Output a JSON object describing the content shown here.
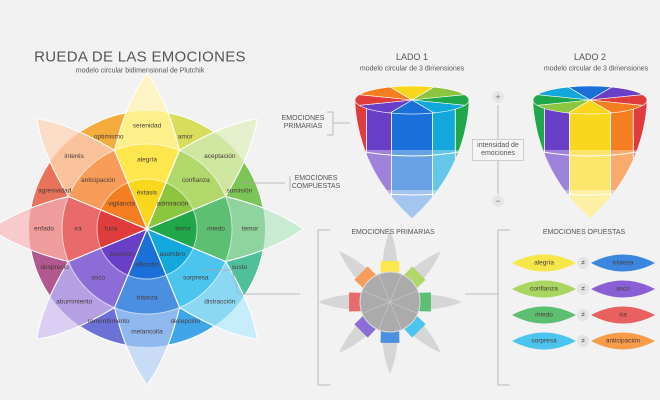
{
  "header": {
    "title": "RUEDA DE LAS EMOCIONES",
    "subtitle": "modelo circular bidimensional de Plutchik"
  },
  "wheel": {
    "primaries": [
      {
        "inner": "éxtasis",
        "mid": "alegría",
        "outer": "serenidad",
        "colors": [
          "#f9d71c",
          "#fde74c",
          "#fdf08a",
          "#fdf4c6"
        ]
      },
      {
        "inner": "admiración",
        "mid": "confianza",
        "outer": "aceptación",
        "colors": [
          "#8cc63f",
          "#b0d86a",
          "#cfe6a0",
          "#e4f1cc"
        ]
      },
      {
        "inner": "terror",
        "mid": "miedo",
        "outer": "temor",
        "colors": [
          "#1fa74a",
          "#5cbf72",
          "#8fd39e",
          "#c8ebd2"
        ]
      },
      {
        "inner": "asombro",
        "mid": "sorpresa",
        "outer": "distracción",
        "colors": [
          "#12a8dc",
          "#4cc5ee",
          "#8ad8f3",
          "#c6edf9"
        ]
      },
      {
        "inner": "aflicción",
        "mid": "tristeza",
        "outer": "melancolía",
        "colors": [
          "#1a6fd8",
          "#4a8fe0",
          "#8fb8ee",
          "#c8dcf6"
        ]
      },
      {
        "inner": "aversión",
        "mid": "asco",
        "outer": "aburrimiento",
        "colors": [
          "#6a3fc8",
          "#8c6cd6",
          "#b5a0e4",
          "#dacff2"
        ]
      },
      {
        "inner": "furia",
        "mid": "ira",
        "outer": "enfado",
        "colors": [
          "#e03c3c",
          "#e86a6a",
          "#f09c9c",
          "#f7cbcb"
        ]
      },
      {
        "inner": "vigilancia",
        "mid": "anticipación",
        "outer": "interés",
        "colors": [
          "#f57f20",
          "#f89c5a",
          "#f9c29a",
          "#fbdcc6"
        ]
      }
    ],
    "dyads": [
      {
        "label": "amor",
        "color": "#d8dd5c"
      },
      {
        "label": "sumisión",
        "color": "#7cc557"
      },
      {
        "label": "susto",
        "color": "#4fbf9c"
      },
      {
        "label": "decepción",
        "color": "#3ea6e8"
      },
      {
        "label": "remordimiento",
        "color": "#6a72d8"
      },
      {
        "label": "desprecio",
        "color": "#b2578f"
      },
      {
        "label": "agresividad",
        "color": "#e8735a"
      },
      {
        "label": "optimismo",
        "color": "#f4ad3c"
      }
    ]
  },
  "labels": {
    "primarias": "EMOCIONES PRIMARIAS",
    "compuestas": "EMOCIONES COMPUESTAS"
  },
  "side1": {
    "title": "LADO 1",
    "subtitle": "modelo circular de 3 dimensiones",
    "stripes": [
      "#e03c3c",
      "#6a3fc8",
      "#1a6fd8",
      "#12a8dc",
      "#1fa74a"
    ],
    "top": [
      "#f9d71c",
      "#8cc63f",
      "#1fa74a",
      "#12a8dc",
      "#1a6fd8",
      "#6a3fc8",
      "#e03c3c",
      "#f57f20"
    ]
  },
  "side2": {
    "title": "LADO 2",
    "subtitle": "modelo circular de 3 dimensiones",
    "stripes": [
      "#1fa74a",
      "#6a3fc8",
      "#f9d71c",
      "#f57f20",
      "#e03c3c"
    ],
    "top": [
      "#1a6fd8",
      "#6a3fc8",
      "#e03c3c",
      "#f57f20",
      "#f9d71c",
      "#8cc63f",
      "#1fa74a",
      "#12a8dc"
    ]
  },
  "intensity": {
    "plus": "+",
    "minus": "−",
    "label": "intensidad de emociones"
  },
  "primary_section": {
    "title": "EMOCIONES PRIMARIAS",
    "colors": [
      "#fde74c",
      "#b0d86a",
      "#5cbf72",
      "#4cc5ee",
      "#4a8fe0",
      "#8c6cd6",
      "#e86a6a",
      "#f89c5a"
    ]
  },
  "opposites": {
    "title": "EMOCIONES OPUESTAS",
    "symbol": "≠",
    "pairs": [
      {
        "left": "alegría",
        "left_color": "#f7e64a",
        "right": "tristeza",
        "right_color": "#3b86de"
      },
      {
        "left": "confianza",
        "left_color": "#a9d65f",
        "right": "asco",
        "right_color": "#8a5fd4"
      },
      {
        "left": "miedo",
        "left_color": "#5cbf72",
        "right": "ira",
        "right_color": "#e86060"
      },
      {
        "left": "sorpresa",
        "left_color": "#4cc5ee",
        "right": "anticipación",
        "right_color": "#f89c4a"
      }
    ]
  }
}
